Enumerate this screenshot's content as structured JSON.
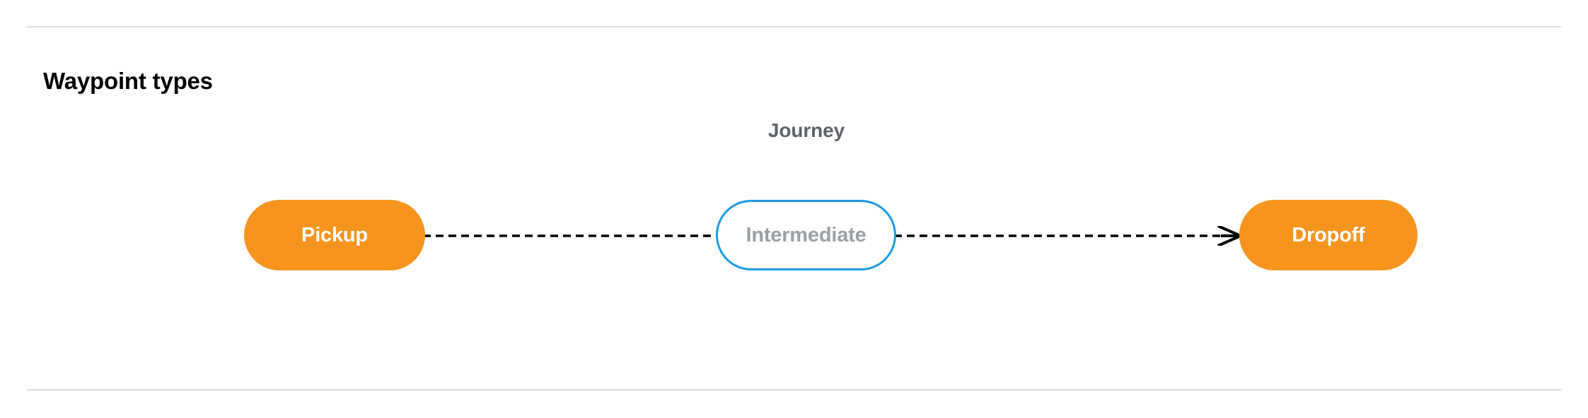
{
  "section": {
    "title": "Waypoint types"
  },
  "diagram": {
    "group_label": "Journey",
    "nodes": [
      {
        "id": "pickup",
        "label": "Pickup",
        "style": "filled",
        "fill": "#f7941e",
        "text_color": "#ffffff"
      },
      {
        "id": "intermediate",
        "label": "Intermediate",
        "style": "outline",
        "fill": "#ffffff",
        "border_color": "#1b9ae0",
        "text_color": "#9aa0a6"
      },
      {
        "id": "dropoff",
        "label": "Dropoff",
        "style": "filled",
        "fill": "#f7941e",
        "text_color": "#ffffff"
      }
    ],
    "connectors": [
      {
        "id": "pickup-to-intermediate",
        "from": "pickup",
        "to": "intermediate",
        "line": "dashed",
        "color": "#000000",
        "arrowhead": false
      },
      {
        "id": "intermediate-to-dropoff",
        "from": "intermediate",
        "to": "dropoff",
        "line": "dashed",
        "color": "#000000",
        "arrowhead": true
      }
    ]
  },
  "colors": {
    "accent_orange": "#f7941e",
    "accent_blue": "#1b9ae0",
    "muted_text": "#9aa0a6",
    "label_text": "#5f6368",
    "divider": "#dadce0"
  }
}
